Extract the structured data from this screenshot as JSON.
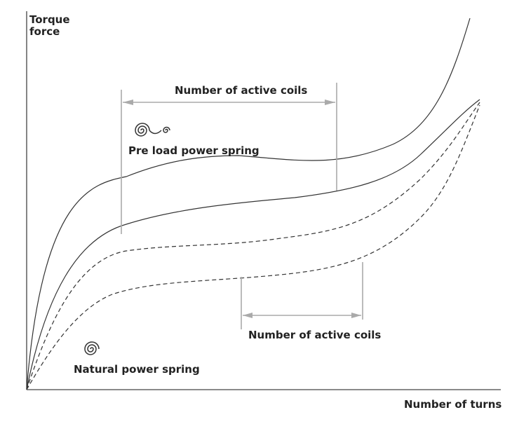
{
  "labels": {
    "y_axis_line1": "Torque",
    "y_axis_line2": "force",
    "x_axis": "Number of turns",
    "active_coils_top": "Number of active coils",
    "active_coils_bottom": "Number of active coils",
    "preload_spring": "Pre load power spring",
    "natural_spring": "Natural power spring"
  },
  "icons": {
    "preload": "preload-spring-spiral-icon",
    "natural": "natural-spring-spiral-icon"
  },
  "colors": {
    "axis": "#444444",
    "curve": "#333333",
    "dimension": "#aaaaaa",
    "text": "#222222"
  },
  "curves": [
    {
      "style": "solid"
    },
    {
      "style": "solid"
    },
    {
      "style": "dashed"
    },
    {
      "style": "dashed"
    }
  ]
}
